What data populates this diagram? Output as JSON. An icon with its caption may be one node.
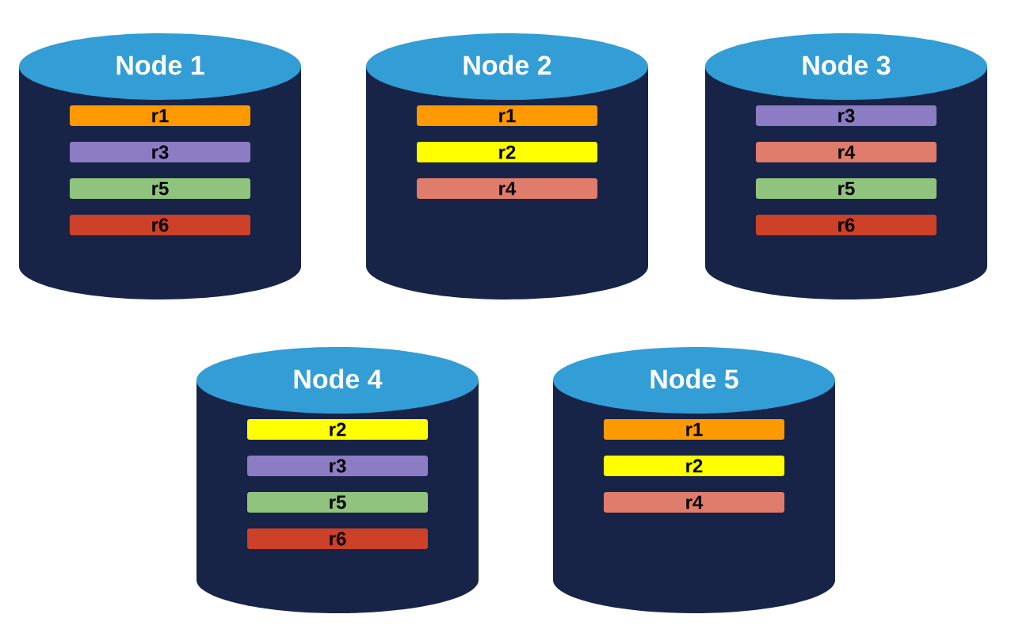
{
  "diagram": {
    "nodes": [
      {
        "text": [
          "Node 1"
        ]
      },
      {
        "text": [
          "r1"
        ],
        "in": 0
      },
      {
        "text": [
          "r3"
        ],
        "in": 0
      },
      {
        "text": [
          "r5"
        ],
        "in": 0
      },
      {
        "text": [
          "r6"
        ],
        "in": 0
      },
      {
        "text": [
          "Node 2"
        ]
      },
      {
        "text": [
          "r1"
        ],
        "in": 5
      },
      {
        "text": [
          "r2"
        ],
        "in": 5
      },
      {
        "text": [
          "r4"
        ],
        "in": 5
      },
      {
        "text": [
          "Node 3"
        ]
      },
      {
        "text": [
          "r3"
        ],
        "in": 9
      },
      {
        "text": [
          "r4"
        ],
        "in": 9
      },
      {
        "text": [
          "r5"
        ],
        "in": 9
      },
      {
        "text": [
          "r6"
        ],
        "in": 9
      },
      {
        "text": [
          "Node 4"
        ]
      },
      {
        "text": [
          "r2"
        ],
        "in": 14
      },
      {
        "text": [
          "r3"
        ],
        "in": 14
      },
      {
        "text": [
          "r5"
        ],
        "in": 14
      },
      {
        "text": [
          "r6"
        ],
        "in": 14
      },
      {
        "text": [
          "Node 5"
        ]
      },
      {
        "text": [
          "r1"
        ],
        "in": 19
      },
      {
        "text": [
          "r2"
        ],
        "in": 19
      },
      {
        "text": [
          "r4"
        ],
        "in": 19
      }
    ]
  }
}
